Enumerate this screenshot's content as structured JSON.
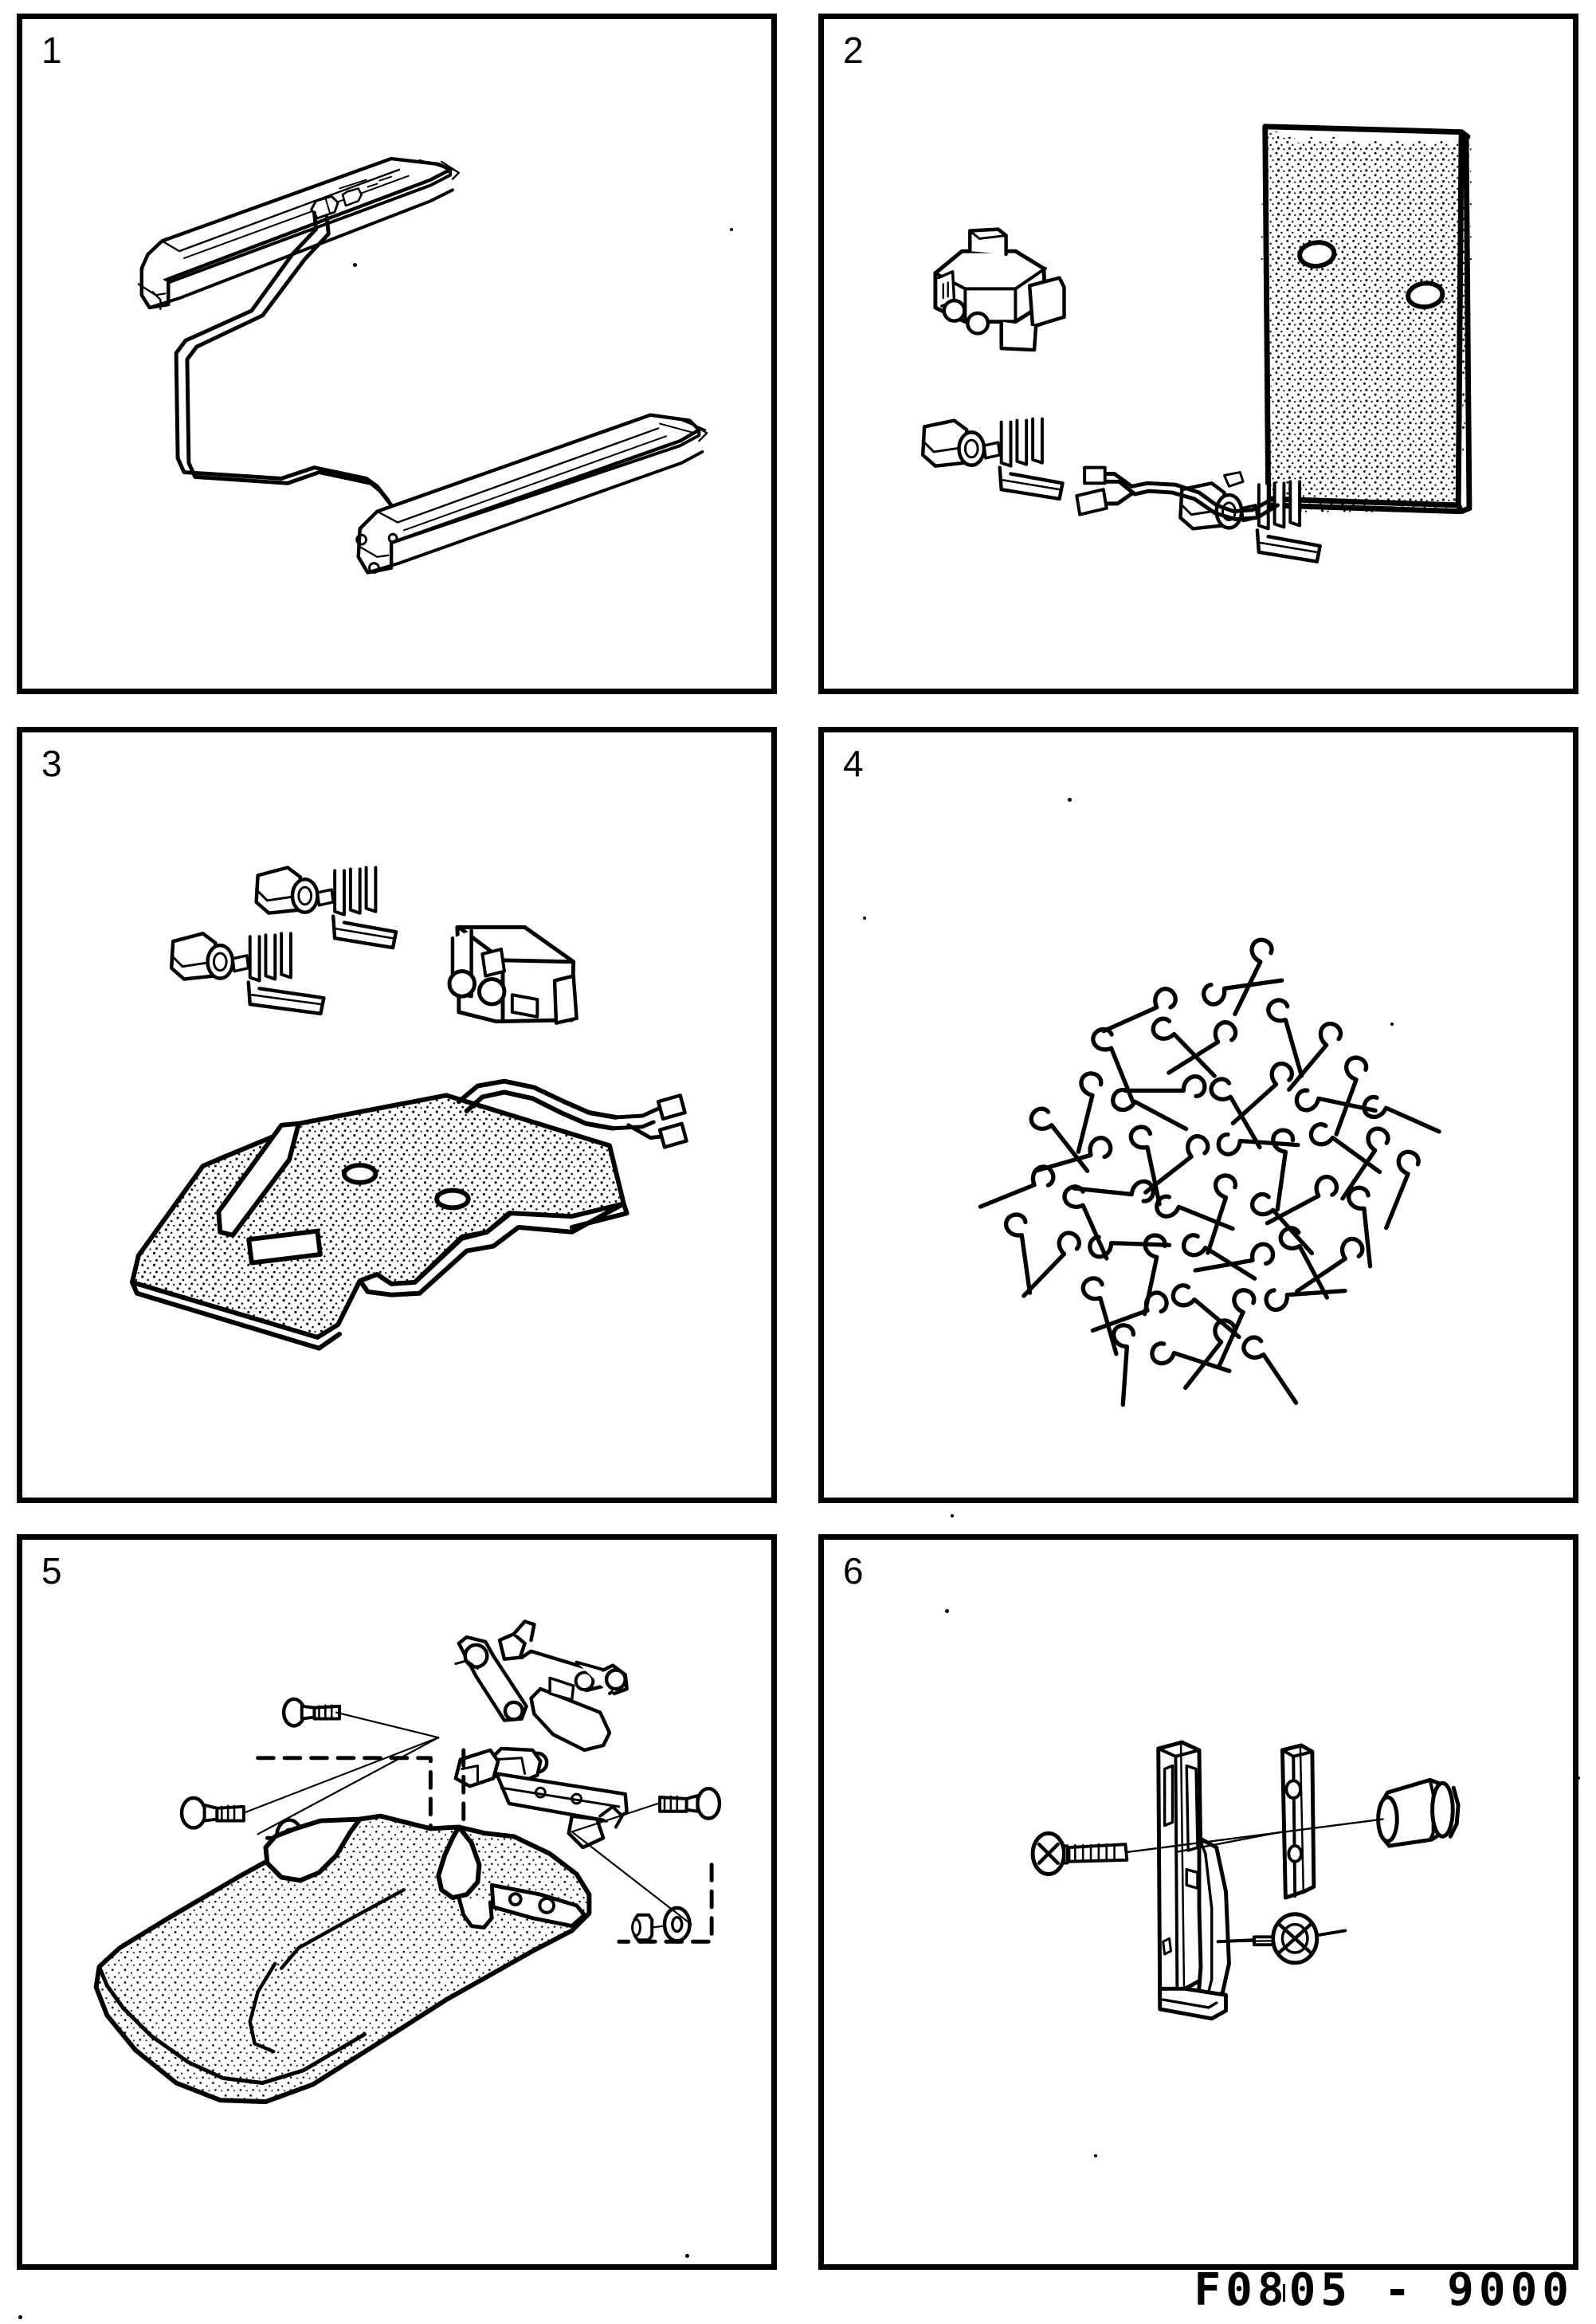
{
  "sheet": {
    "title": "Seat heater / seat frame parts illustration sheet",
    "orientation": "portrait",
    "background_color": "#ffffff",
    "line_color": "#000000",
    "panel_count": 6,
    "grid": "2 columns x 3 rows"
  },
  "panels": [
    {
      "number": "1",
      "name": "seat-rails-and-wire-loop",
      "caption": "",
      "contents": [
        "left seat slide rail",
        "right seat slide rail",
        "bent wire connecting rod / torsion loop"
      ]
    },
    {
      "number": "2",
      "name": "backrest-heater-pad-and-connector",
      "caption": "",
      "contents": [
        "two-pole connector housing",
        "rectangular heater pad with two oval cut-outs",
        "two crimp terminals with tangs",
        "pigtail lead with flat blade terminals"
      ]
    },
    {
      "number": "3",
      "name": "cushion-heater-pad-and-terminals",
      "caption": "",
      "contents": [
        "two crimp terminals with tangs",
        "two-pole connector housing",
        "shaped cushion heater pad with cut-outs",
        "twin lead with flat blade terminals"
      ]
    },
    {
      "number": "4",
      "name": "hog-ring-clips",
      "caption": "",
      "contents": [
        "loose pile of J-hook upholstery hog-ring clips"
      ]
    },
    {
      "number": "5",
      "name": "seat-cushion-and-hinge-bracket-assembly",
      "caption": "",
      "contents": [
        "seat cushion / squab pad",
        "folding hinge bracket mechanism",
        "two hex-head bolts",
        "two pan-head screws",
        "two washers",
        "two spacer bushes",
        "dashed alignment guides"
      ]
    },
    {
      "number": "6",
      "name": "latch-striker-bracket",
      "caption": "",
      "contents": [
        "upright latch striker bracket",
        "flat retaining plate",
        "spacer bush / sleeve",
        "cross-head screw",
        "cross-head screw with washer"
      ]
    }
  ],
  "footer": {
    "reference_code": "F0805 - 9000"
  }
}
